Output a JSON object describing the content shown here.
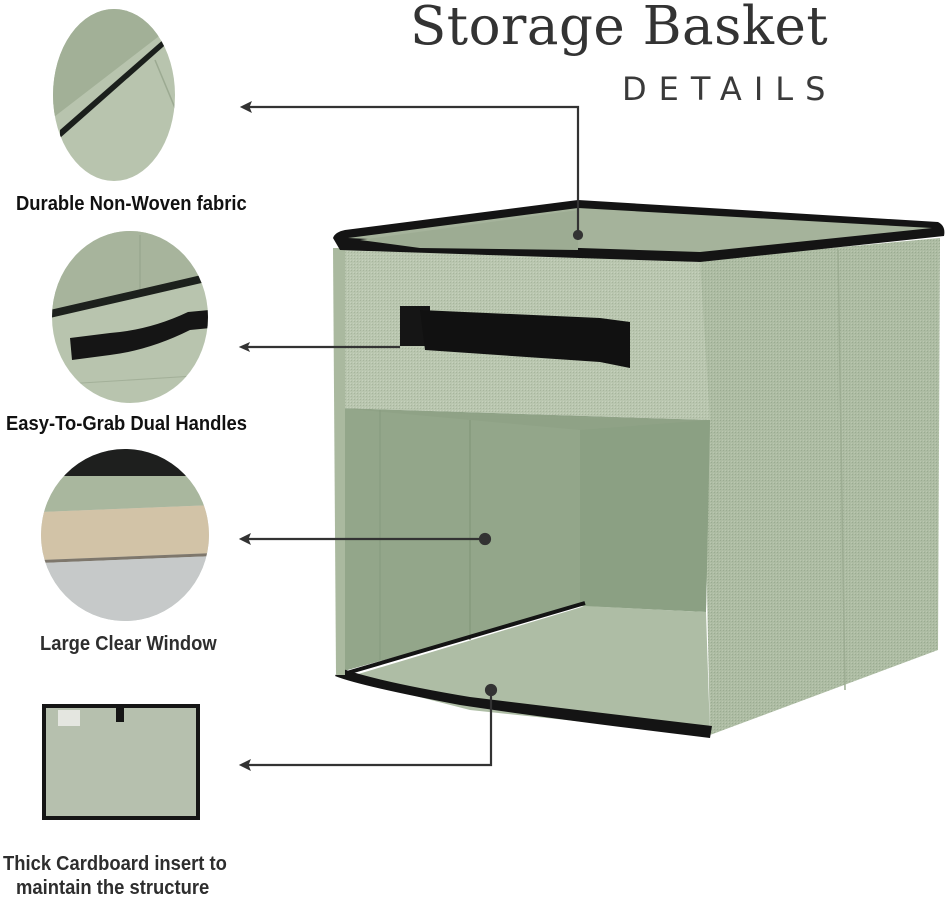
{
  "header": {
    "title": "Storage Basket",
    "subtitle": "DETAILS"
  },
  "features": [
    {
      "label": "Durable Non-Woven fabric",
      "icon": "fabric-closeup"
    },
    {
      "label": "Easy-To-Grab Dual Handles",
      "icon": "handle-closeup"
    },
    {
      "label": "Large Clear Window",
      "icon": "window-contents-closeup"
    },
    {
      "label_line1": "Thick Cardboard insert to",
      "label_line2": "maintain the structure",
      "icon": "cardboard-insert"
    }
  ],
  "colors": {
    "fabric_front": "#b7c4ad",
    "fabric_side": "#a9b89f",
    "fabric_inner": "#8fa486",
    "trim": "#111111",
    "connector": "#333333",
    "text": "#111111"
  }
}
